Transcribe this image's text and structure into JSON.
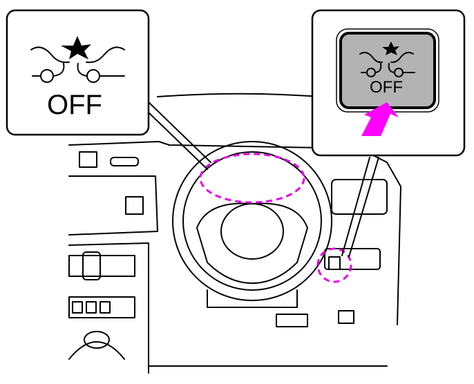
{
  "callout_left": {
    "label": "OFF",
    "icon": "vehicle-dynamics-control-off-icon"
  },
  "callout_right": {
    "label": "OFF",
    "icon": "vehicle-dynamics-control-off-switch",
    "button_color": "#b3b3b3"
  },
  "colors": {
    "highlight": "#e600e6",
    "arrow": "#ff00ff"
  }
}
